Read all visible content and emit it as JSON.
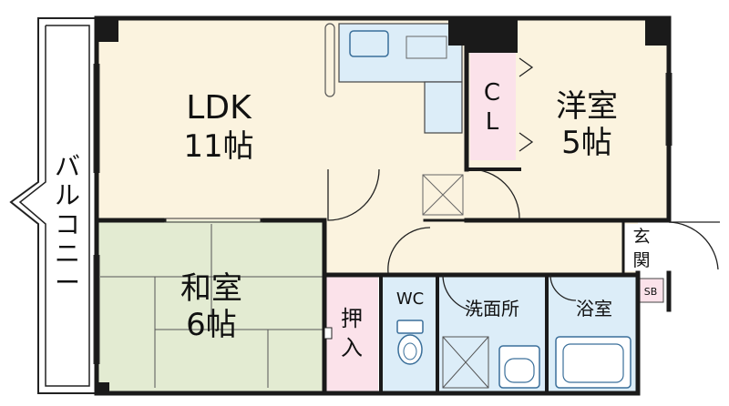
{
  "colors": {
    "wall": "#1a1a1a",
    "ldk": "#fbf3df",
    "washitsu": "#e3ebd2",
    "water": "#dcedf8",
    "closet": "#fbe2ea",
    "balcony": "#ffffff",
    "tatami": "#555555",
    "fixture": "#3a6f9a"
  },
  "rooms": {
    "ldk": {
      "name": "LDK",
      "size": "11帖"
    },
    "yoshitsu": {
      "name": "洋室",
      "size": "5帖"
    },
    "washitsu": {
      "name": "和室",
      "size": "6帖"
    },
    "closet_cl": {
      "line1": "C",
      "line2": "L"
    },
    "oshiire": {
      "line1": "押",
      "line2": "入"
    },
    "wc": {
      "name": "WC"
    },
    "senmenjo": {
      "name": "洗面所"
    },
    "yokushitsu": {
      "name": "浴室"
    },
    "genkan": {
      "line1": "玄",
      "line2": "関"
    },
    "sb": {
      "name": "SB"
    },
    "balcony": {
      "line1": "バ",
      "line2": "ル",
      "line3": "コ",
      "line4": "ニ",
      "line5": "ー"
    }
  }
}
